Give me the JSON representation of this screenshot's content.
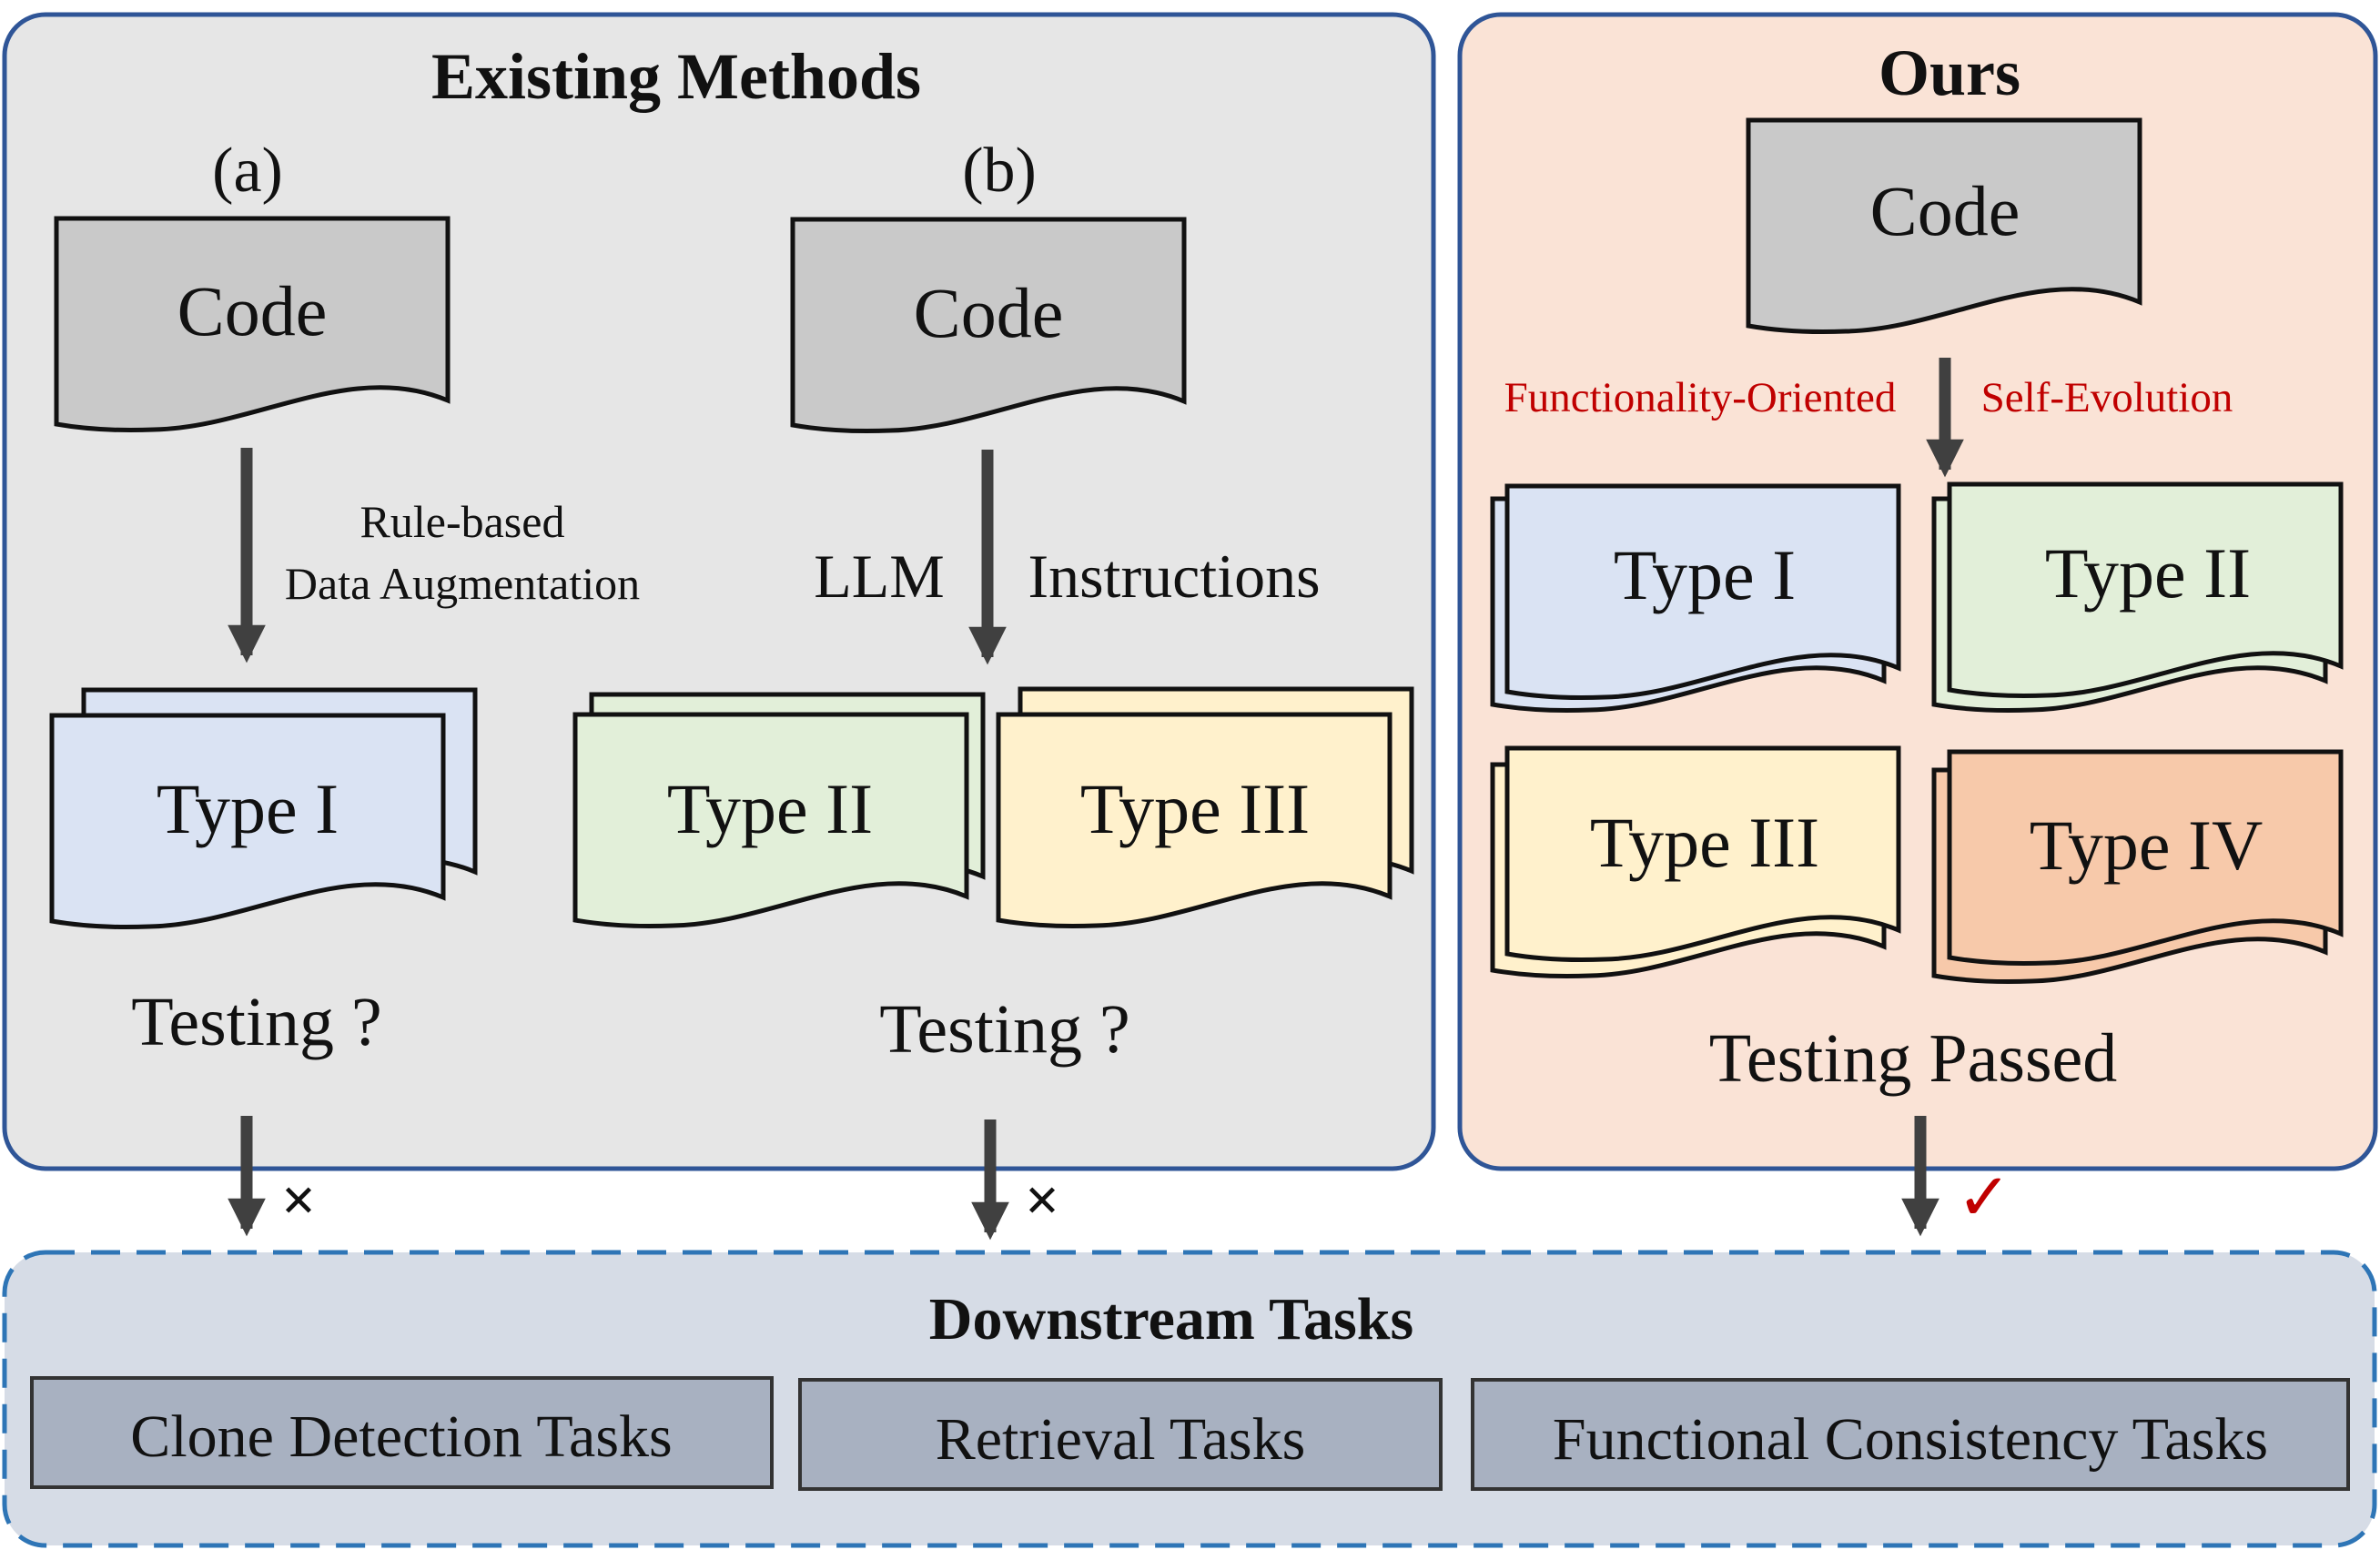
{
  "existing_panel": {
    "title": "Existing Methods",
    "method_a": {
      "label": "(a)",
      "source": "Code",
      "edge_line1": "Rule-based",
      "edge_line2": "Data Augmentation",
      "output": "Type I",
      "status": "Testing ?",
      "verdict": "✕"
    },
    "method_b": {
      "label": "(b)",
      "source": "Code",
      "edge_left": "LLM",
      "edge_right": "Instructions",
      "output_1": "Type II",
      "output_2": "Type III",
      "status": "Testing ?",
      "verdict": "✕"
    }
  },
  "ours_panel": {
    "title": "Ours",
    "source": "Code",
    "edge_left": "Functionality-Oriented",
    "edge_right": "Self-Evolution",
    "outputs": [
      "Type I",
      "Type II",
      "Type III",
      "Type IV"
    ],
    "status": "Testing Passed",
    "verdict": "✓"
  },
  "downstream": {
    "title": "Downstream Tasks",
    "tasks": [
      "Clone Detection Tasks",
      "Retrieval Tasks",
      "Functional Consistency Tasks"
    ]
  },
  "colors": {
    "existing_panel_fill": "#e6e6e6",
    "ours_panel_fill": "#fae3d6",
    "downstream_fill": "#d6dce6",
    "task_box_fill": "#a8b1c1",
    "panel_border": "#2f5597",
    "code_fill": "#c9c9c9",
    "type_i": "#dae3f3",
    "type_ii": "#e2efd9",
    "type_iii": "#fff1cc",
    "type_iv": "#f7c9aa",
    "red_text": "#c00000"
  }
}
